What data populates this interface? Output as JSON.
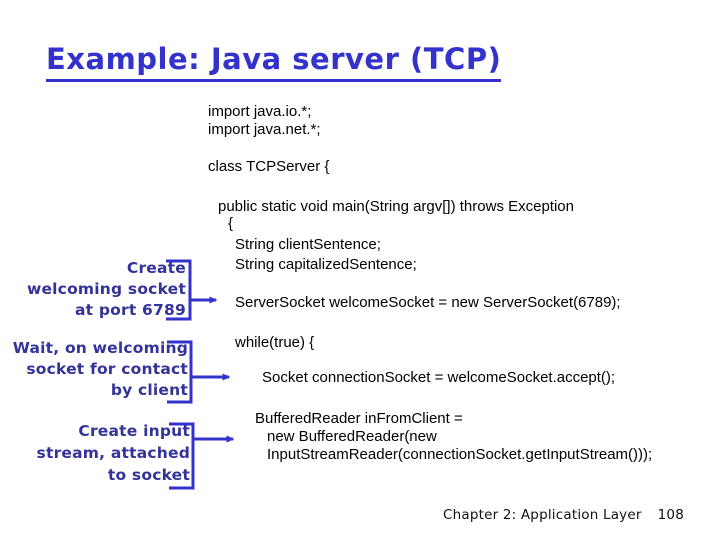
{
  "slide": {
    "title": "Example: Java server (TCP)",
    "footer": {
      "chapter_label": "Chapter 2: Application Layer",
      "page_number": "108"
    }
  },
  "code_lines": [
    "import java.io.*;",
    "import java.net.*;",
    "class TCPServer {",
    "public static void main(String argv[]) throws Exception",
    "{",
    "String clientSentence;",
    "String capitalizedSentence;",
    "ServerSocket welcomeSocket = new ServerSocket(6789);",
    "while(true) {",
    "Socket connectionSocket = welcomeSocket.accept();",
    "BufferedReader inFromClient =",
    "new BufferedReader(new",
    "InputStreamReader(connectionSocket.getInputStream()));"
  ],
  "annotations": [
    {
      "lines": [
        "Create",
        "welcoming socket",
        "at port 6789"
      ]
    },
    {
      "lines": [
        "Wait, on welcoming",
        "socket for contact",
        "by client"
      ]
    },
    {
      "lines": [
        "Create input",
        "stream, attached",
        "to socket"
      ]
    }
  ],
  "colors": {
    "title_blue": "#3333cc",
    "label_blue": "#333399",
    "arrow_blue": "#3333cc",
    "code_text": "#000000",
    "background": "#ffffff"
  }
}
